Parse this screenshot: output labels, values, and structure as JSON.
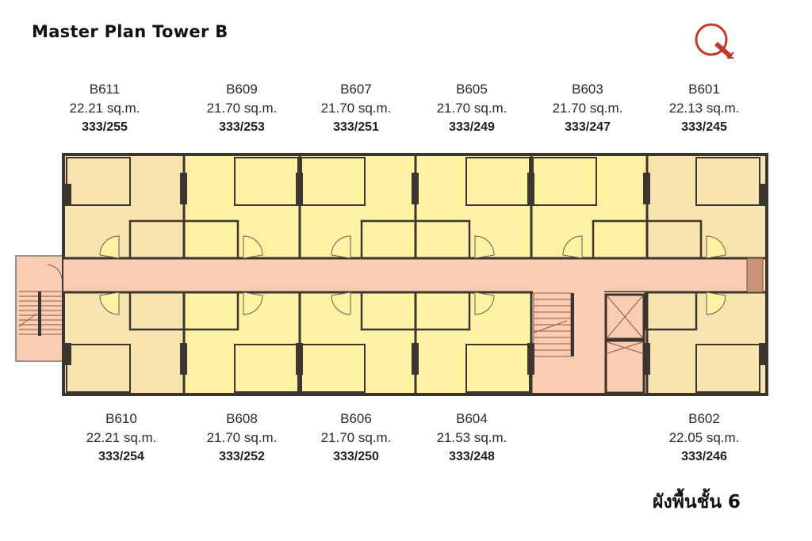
{
  "header": {
    "title": "Master Plan Tower B"
  },
  "footer": {
    "floor_label": "ผังพื้นชั้น 6"
  },
  "compass": {
    "icon": "north-arrow-icon",
    "color": "#c0392b"
  },
  "colors": {
    "unit_fill_light": "#fdf1a3",
    "unit_fill_tan": "#f8e4ae",
    "corridor_fill": "#f9cdb3",
    "wall": "#3d3530"
  },
  "units_top": [
    {
      "code": "B611",
      "area": "22.21 sq.m.",
      "address": "333/255"
    },
    {
      "code": "B609",
      "area": "21.70 sq.m.",
      "address": "333/253"
    },
    {
      "code": "B607",
      "area": "21.70 sq.m.",
      "address": "333/251"
    },
    {
      "code": "B605",
      "area": "21.70 sq.m.",
      "address": "333/249"
    },
    {
      "code": "B603",
      "area": "21.70 sq.m.",
      "address": "333/247"
    },
    {
      "code": "B601",
      "area": "22.13 sq.m.",
      "address": "333/245"
    }
  ],
  "units_bottom": [
    {
      "code": "B610",
      "area": "22.21 sq.m.",
      "address": "333/254"
    },
    {
      "code": "B608",
      "area": "21.70 sq.m.",
      "address": "333/252"
    },
    {
      "code": "B606",
      "area": "21.70 sq.m.",
      "address": "333/250"
    },
    {
      "code": "B604",
      "area": "21.53 sq.m.",
      "address": "333/248"
    },
    {
      "code": "B602",
      "area": "22.05 sq.m.",
      "address": "333/246"
    }
  ]
}
